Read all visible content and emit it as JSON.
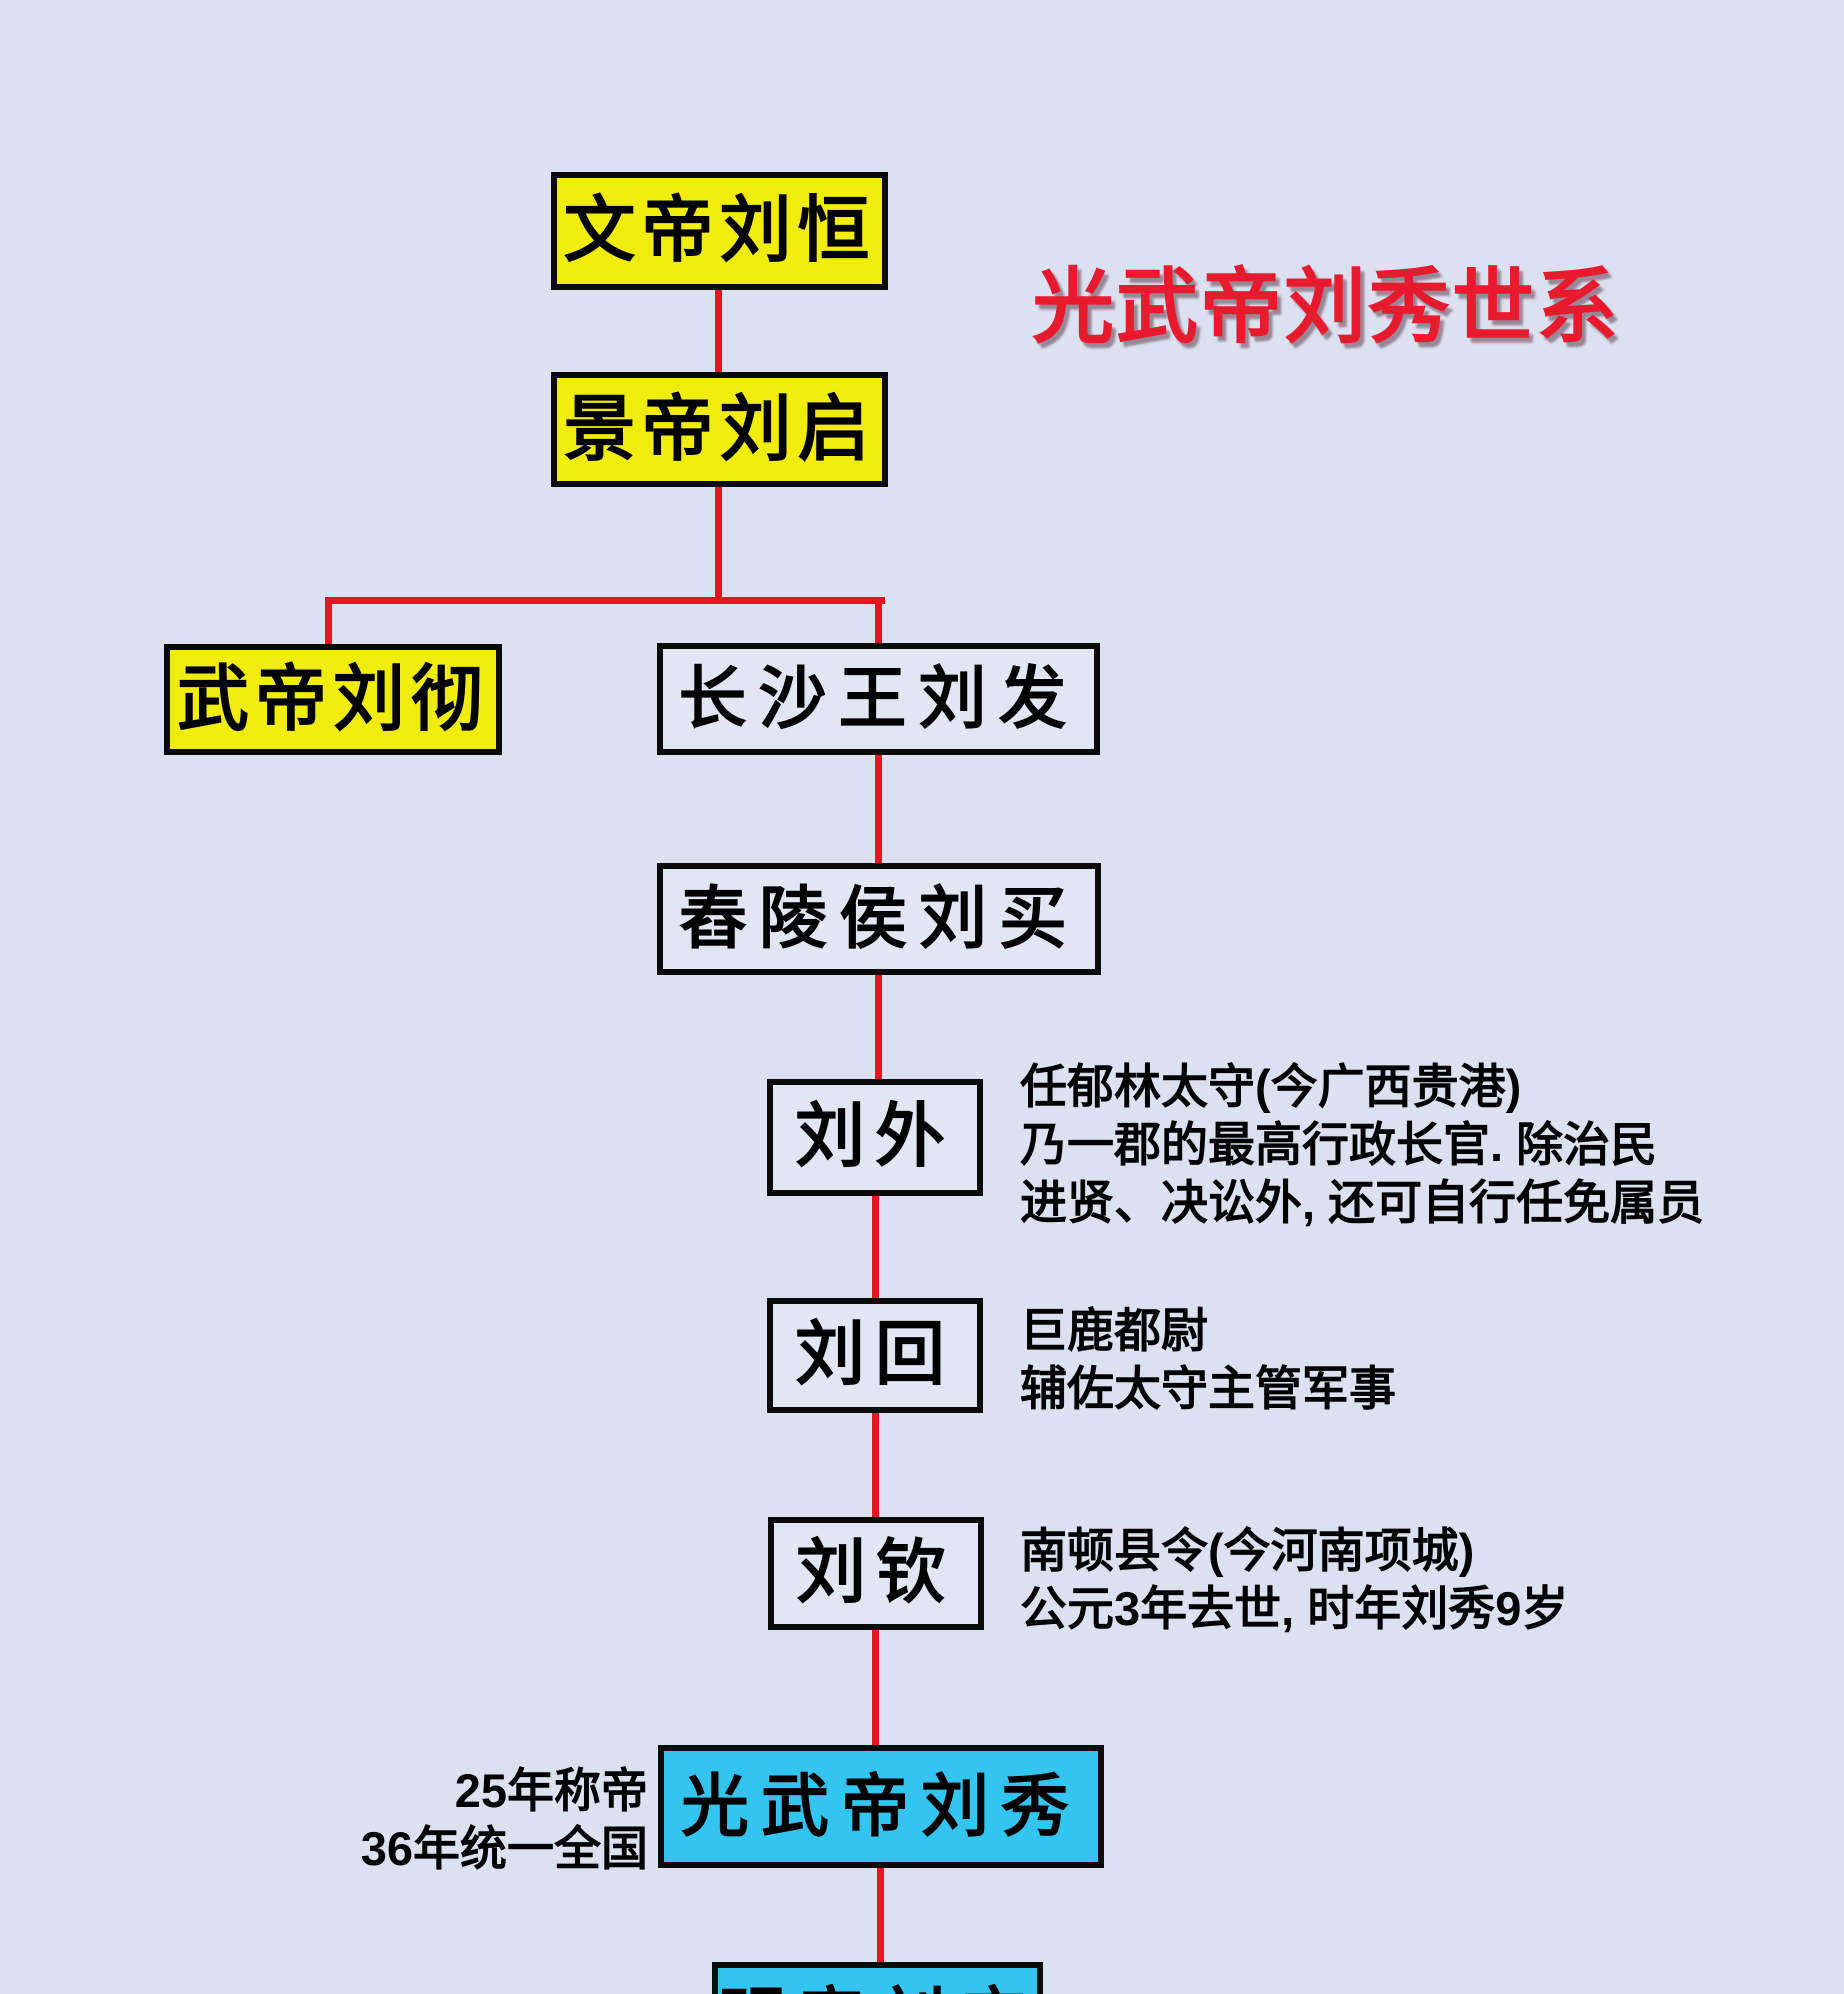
{
  "title": {
    "text": "光武帝刘秀世系",
    "color": "#e81b2e"
  },
  "colors": {
    "background": "#dce1f1",
    "connector_red": "#e8141f",
    "box_yellow": "#f0ec0e",
    "box_cyan": "#33c5ef",
    "box_plain": "#e2e5f3",
    "box_border": "#0b0b0b",
    "text_black": "#000000"
  },
  "nodes": {
    "wendi": {
      "label": "文帝刘恒",
      "style": "yellow"
    },
    "jingdi": {
      "label": "景帝刘启",
      "style": "yellow"
    },
    "wudi": {
      "label": "武帝刘彻",
      "style": "yellow"
    },
    "changsha": {
      "label": "长沙王刘发",
      "style": "plain"
    },
    "chongling": {
      "label": "舂陵侯刘买",
      "style": "plain"
    },
    "liuwai": {
      "label": "刘外",
      "style": "plain"
    },
    "liuhui": {
      "label": "刘回",
      "style": "plain"
    },
    "liuqin": {
      "label": "刘钦",
      "style": "plain"
    },
    "guangwu": {
      "label": "光武帝刘秀",
      "style": "cyan"
    },
    "mingdi": {
      "label": "明帝刘庄",
      "style": "cyan",
      "partial": "clipped-at-bottom"
    }
  },
  "annotations": {
    "liuwai": {
      "line1": "任郁林太守(今广西贵港)",
      "line2": "乃一郡的最高行政长官. 除治民",
      "line3": "进贤、决讼外, 还可自行任免属员"
    },
    "liuhui": {
      "line1": "巨鹿都尉",
      "line2": "辅佐太守主管军事"
    },
    "liuqin": {
      "line1": "南顿县令(今河南项城)",
      "line2": "公元3年去世, 时年刘秀9岁"
    },
    "guangwu": {
      "line1": "25年称帝",
      "line2": "36年统一全国"
    }
  }
}
